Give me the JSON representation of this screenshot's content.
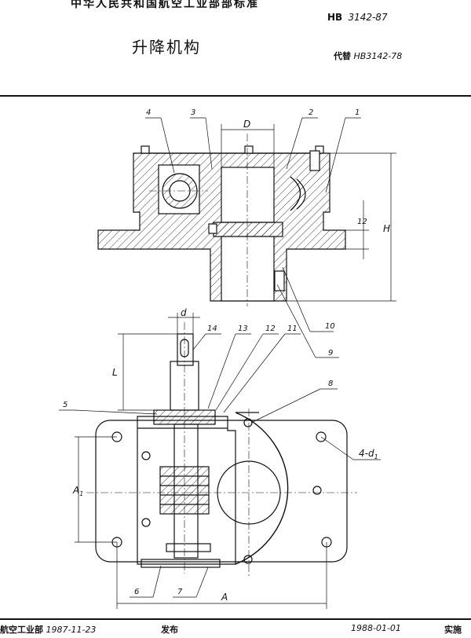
{
  "header": {
    "top_banner": "中华人民共和国航空工业部部标准",
    "standard_prefix": "HB",
    "standard_number": "3142-87",
    "title": "升降机构",
    "replaces_prefix": "代替",
    "replaces_number": "HB3142-78"
  },
  "drawing": {
    "top_view_callouts": [
      "4",
      "3",
      "2",
      "1"
    ],
    "top_dim_diameter": "D",
    "dim_12": "12",
    "dim_height": "H",
    "callout_10": "10",
    "callout_9": "9",
    "shaft_dim": "d",
    "shaft_length": "L",
    "lower_callouts": [
      "14",
      "13",
      "12",
      "11"
    ],
    "callout_8": "8",
    "callout_5": "5",
    "hole_label": "4-d",
    "hole_sub": "1",
    "dim_a1": "A",
    "dim_a1_sub": "1",
    "callout_6": "6",
    "callout_7": "7",
    "dim_width": "A"
  },
  "footer": {
    "issuer": "航空工业部",
    "issue_date": "1987-11-23",
    "issue_word": "发布",
    "effective_date": "1988-01-01",
    "effective_word": "实施"
  }
}
